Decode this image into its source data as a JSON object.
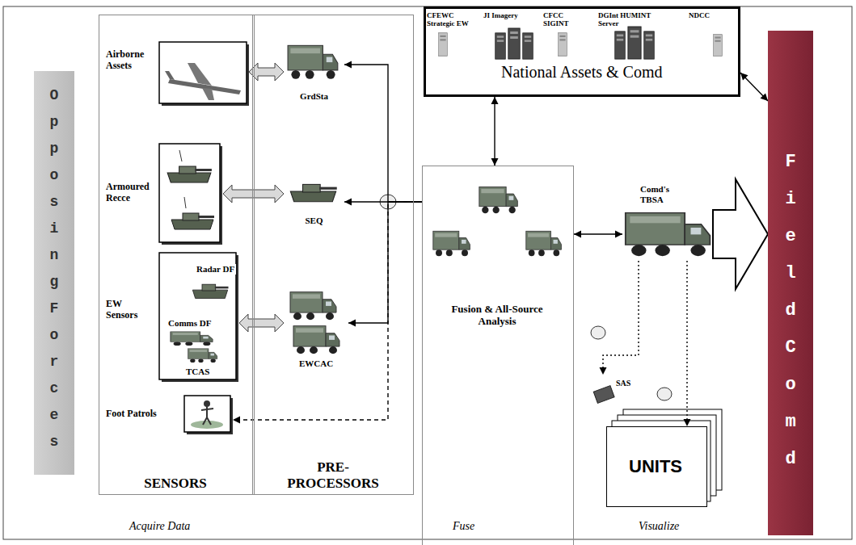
{
  "diagram": {
    "nodes": [
      {
        "text": [
          "Opposing Forces"
        ]
      },
      {
        "text": [
          "SENSORS"
        ]
      },
      {
        "text": [
          "Airborne Assets"
        ],
        "in": 1
      },
      {
        "text": [
          "Armoured Recce"
        ],
        "in": 1
      },
      {
        "text": [
          "EW Sensors",
          "Radar DF",
          "Comms DF",
          "TCAS"
        ],
        "in": 1
      },
      {
        "text": [
          "Foot Patrols"
        ],
        "in": 1
      },
      {
        "text": [
          "PRE- PROCESSORS"
        ]
      },
      {
        "text": [
          "GrdSta"
        ],
        "in": 6
      },
      {
        "text": [
          "SEQ"
        ],
        "in": 6
      },
      {
        "text": [
          "EWCAC"
        ],
        "in": 6
      },
      {
        "text": [
          "National Assets & Comd"
        ]
      },
      {
        "text": [
          "Fusion & All-Source Analysis",
          "PROCESSORS"
        ]
      },
      {
        "text": [
          "Comd's TBSA"
        ]
      },
      {
        "text": [
          "SAS"
        ]
      },
      {
        "text": [
          "UNITS"
        ]
      },
      {
        "text": [
          "Field Comd"
        ]
      }
    ],
    "edges": [
      {
        "from": 2,
        "to": 7,
        "arrow": "both"
      },
      {
        "from": 3,
        "to": 8,
        "arrow": "both"
      },
      {
        "from": 4,
        "to": 9,
        "arrow": "both"
      },
      {
        "from": 11,
        "to": 8,
        "arrow": "to"
      },
      {
        "from": 11,
        "to": 7,
        "arrow": "to"
      },
      {
        "from": 11,
        "to": 9,
        "arrow": "to"
      },
      {
        "from": 11,
        "to": 5,
        "arrow": "to"
      },
      {
        "from": 10,
        "to": 11,
        "arrow": "both"
      },
      {
        "from": 11,
        "to": 12,
        "arrow": "both"
      },
      {
        "from": 10,
        "to": 15,
        "arrow": "both"
      },
      {
        "from": 12,
        "to": 15,
        "arrow": "to"
      },
      {
        "from": 12,
        "to": 13,
        "arrow": "to"
      },
      {
        "from": 12,
        "to": 14,
        "arrow": "to"
      }
    ],
    "labels": [
      "CFEWC Strategic EW",
      "JI Imagery",
      "CFCC SIGINT",
      "DGInt HUMINT Server",
      "NDCC",
      "Acquire Data",
      "Fuse",
      "Visualize"
    ]
  }
}
